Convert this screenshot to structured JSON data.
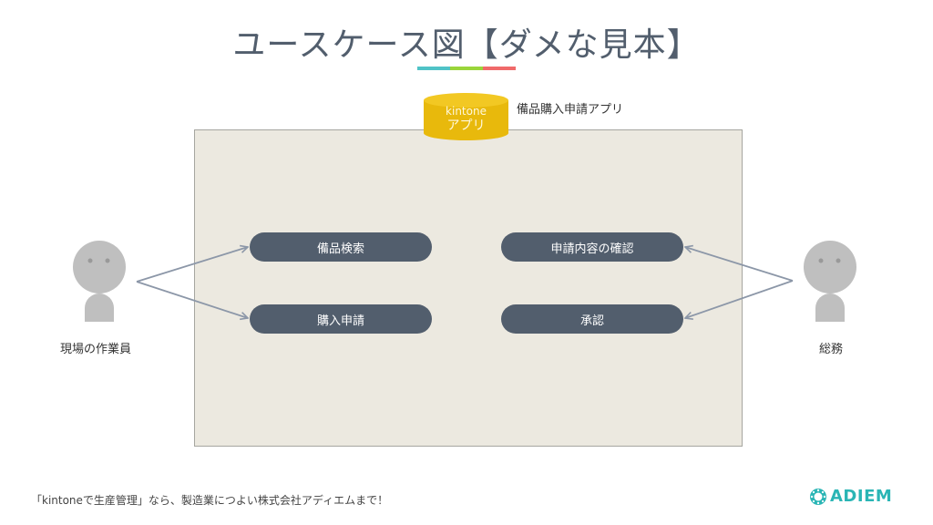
{
  "title": "ユースケース図【ダメな見本】",
  "title_underline_colors": [
    "#4fc3c7",
    "#9ad53a",
    "#f06a6a"
  ],
  "database": {
    "line1": "kintone",
    "line2": "アプリ",
    "label": "備品購入申請アプリ",
    "color": "#e8b90c"
  },
  "system_boundary": {
    "color": "#ece9e0"
  },
  "use_cases": [
    {
      "id": "equipment-search",
      "label": "備品検索"
    },
    {
      "id": "purchase-request",
      "label": "購入申請"
    },
    {
      "id": "review-request",
      "label": "申請内容の確認"
    },
    {
      "id": "approval",
      "label": "承認"
    }
  ],
  "actors": [
    {
      "id": "field-worker",
      "label": "現場の作業員"
    },
    {
      "id": "general-affairs",
      "label": "総務"
    }
  ],
  "colors": {
    "use_case_fill": "#525e6d",
    "actor_fill": "#bfbfbf",
    "arrow": "#8c97a8"
  },
  "footer": {
    "text": "「kintoneで生産管理」なら、製造業につよい株式会社アディエムまで！",
    "logo_text": "ADIEM",
    "logo_color": "#2ab5b5"
  }
}
